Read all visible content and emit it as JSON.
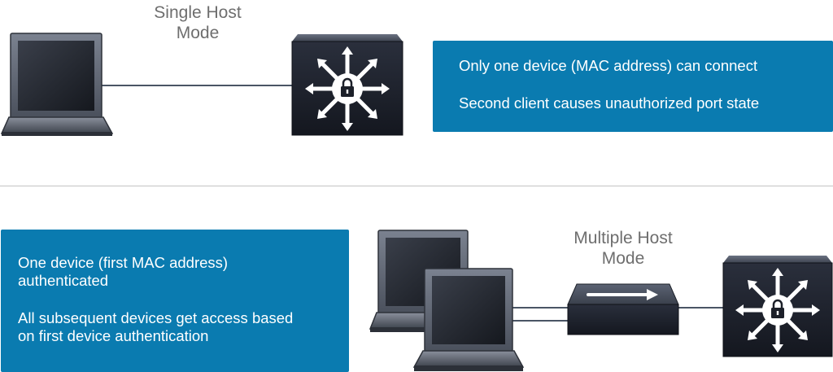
{
  "single_host": {
    "title": "Single Host\nMode",
    "info_lines": [
      "Only one device (MAC address) can connect",
      "Second client causes unauthorized port state"
    ]
  },
  "multiple_host": {
    "title": "Multiple Host\nMode",
    "info_lines": [
      "One device (first MAC address)\nauthenticated",
      "All subsequent devices get access based\non first device authentication"
    ]
  },
  "colors": {
    "info_box": "#0a7bb0",
    "device_body": "#2b3140",
    "title_text": "#6e6e6e"
  },
  "icons": {
    "laptop": "laptop-icon",
    "secure_switch": "secure-switch-icon",
    "hub": "hub-icon",
    "lock": "lock-icon"
  }
}
